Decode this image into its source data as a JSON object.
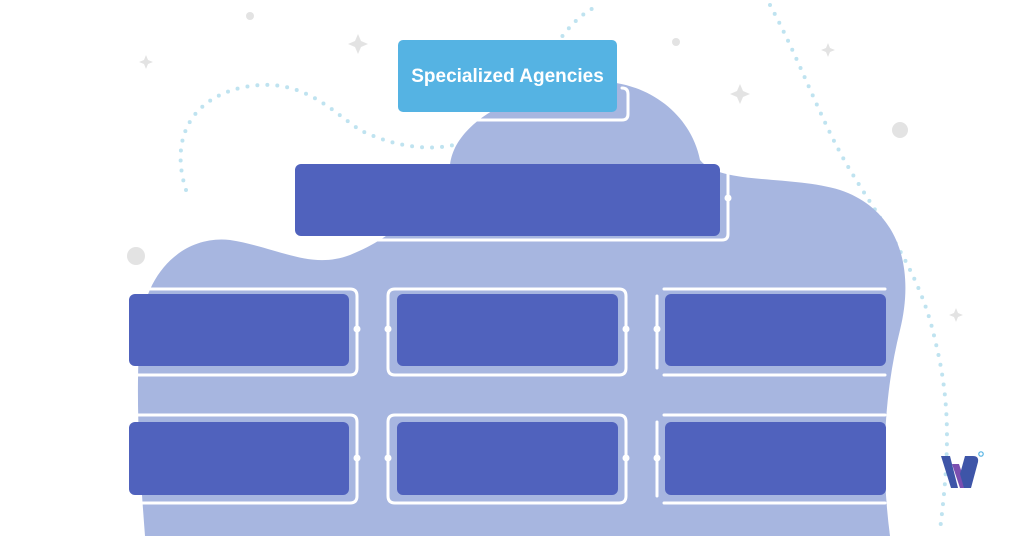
{
  "diagram": {
    "root_label": "Specialized Agencies",
    "colors": {
      "root_fill": "#55B3E3",
      "node_fill": "#5062BD",
      "blob_fill": "#A7B6E0",
      "connector": "#FFFFFF",
      "dots": "#BFE3F0",
      "circles": "#E3E3E3"
    },
    "levels": {
      "second": {
        "count": 1,
        "labels": [
          ""
        ]
      },
      "third": {
        "count": 3,
        "labels": [
          "",
          "",
          ""
        ]
      },
      "fourth": {
        "count": 3,
        "labels": [
          "",
          "",
          ""
        ]
      }
    }
  },
  "logo": {
    "icon": "w-brand-logo-icon",
    "colors": [
      "#3E55A8",
      "#7B4FB0",
      "#55B3E3"
    ]
  }
}
